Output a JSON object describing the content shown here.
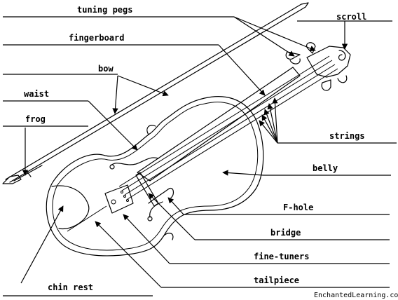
{
  "diagram": {
    "labels": {
      "tuning_pegs": "tuning pegs",
      "scroll": "scroll",
      "fingerboard": "fingerboard",
      "bow": "bow",
      "waist": "waist",
      "frog": "frog",
      "strings": "strings",
      "belly": "belly",
      "f_hole": "F-hole",
      "bridge": "bridge",
      "fine_tuners": "fine-tuners",
      "tailpiece": "tailpiece",
      "chin_rest": "chin rest"
    },
    "credit": "EnchantedLearning.com",
    "colors": {
      "ink": "#000000",
      "background": "#ffffff"
    }
  }
}
